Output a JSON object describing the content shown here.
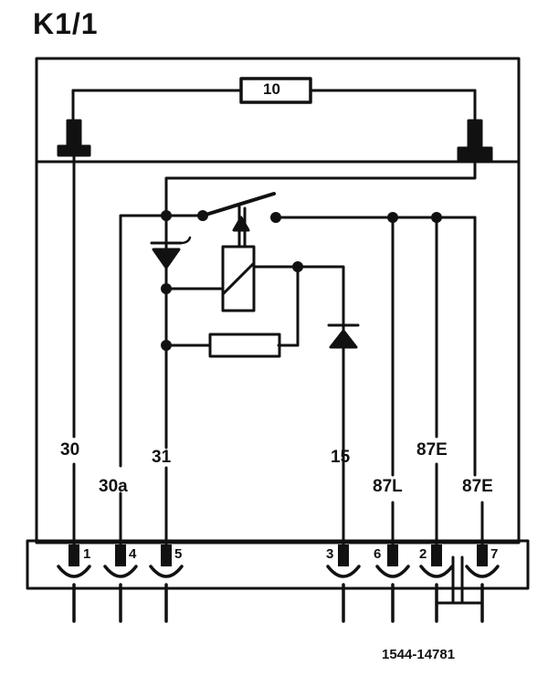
{
  "title": "K1/1",
  "fuse_label": "10",
  "terminals": {
    "t30": "30",
    "t30a": "30a",
    "t31": "31",
    "t15": "15",
    "t87L": "87L",
    "t87E_inner": "87E",
    "t87E_outer": "87E"
  },
  "pins": {
    "p1": "1",
    "p4": "4",
    "p5": "5",
    "p3": "3",
    "p6": "6",
    "p2": "2",
    "p7": "7"
  },
  "figure_code": "1544-14781"
}
